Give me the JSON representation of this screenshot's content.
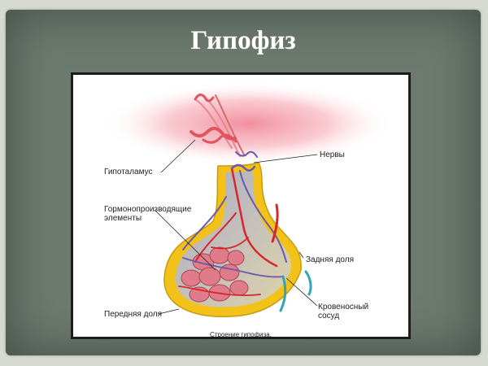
{
  "slide": {
    "title": "Гипофиз"
  },
  "diagram": {
    "caption": "Строение гипофиза.",
    "labels": {
      "hypothalamus": "Гипоталамус",
      "nerves": "Нервы",
      "hormone_elements_line1": "Гормонопроизводящие",
      "hormone_elements_line2": "элементы",
      "posterior_lobe": "Задняя доля",
      "anterior_lobe": "Передняя доля",
      "blood_vessel_line1": "Кровеносный",
      "blood_vessel_line2": "сосуд"
    },
    "colors": {
      "gland_outline": "#f2c21a",
      "gland_fill": "#b7bbd0",
      "hypothalamus": "#f5a9b4",
      "vessels_red": "#d9262b",
      "vessels_purple": "#6a5aa8",
      "cells": "#e07b8a",
      "vessel_cyan": "#2fa6b5"
    }
  }
}
